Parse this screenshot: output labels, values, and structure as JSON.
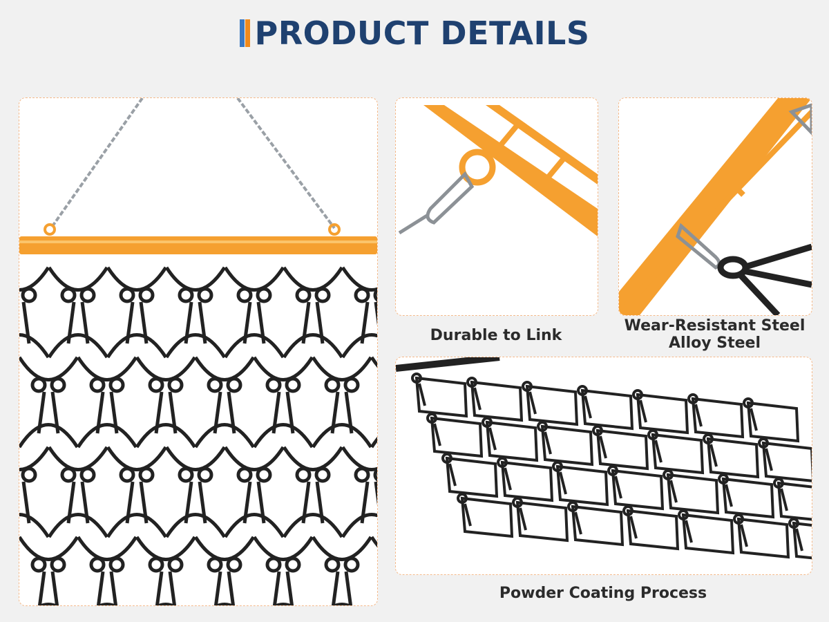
{
  "header": {
    "title": "PRODUCT DETAILS"
  },
  "captions": {
    "durable": "Durable to Link",
    "steel_line1": "Wear-Resistant Steel",
    "steel_line2": "Alloy Steel",
    "coating": "Powder Coating Process"
  },
  "colors": {
    "title": "#1f4170",
    "accent_blue": "#3a78c2",
    "accent_orange": "#f08a1c",
    "bar_orange": "#f5a030",
    "mesh": "#222222",
    "chain": "#9aa0a6",
    "panel_border": "#f4b98a"
  }
}
